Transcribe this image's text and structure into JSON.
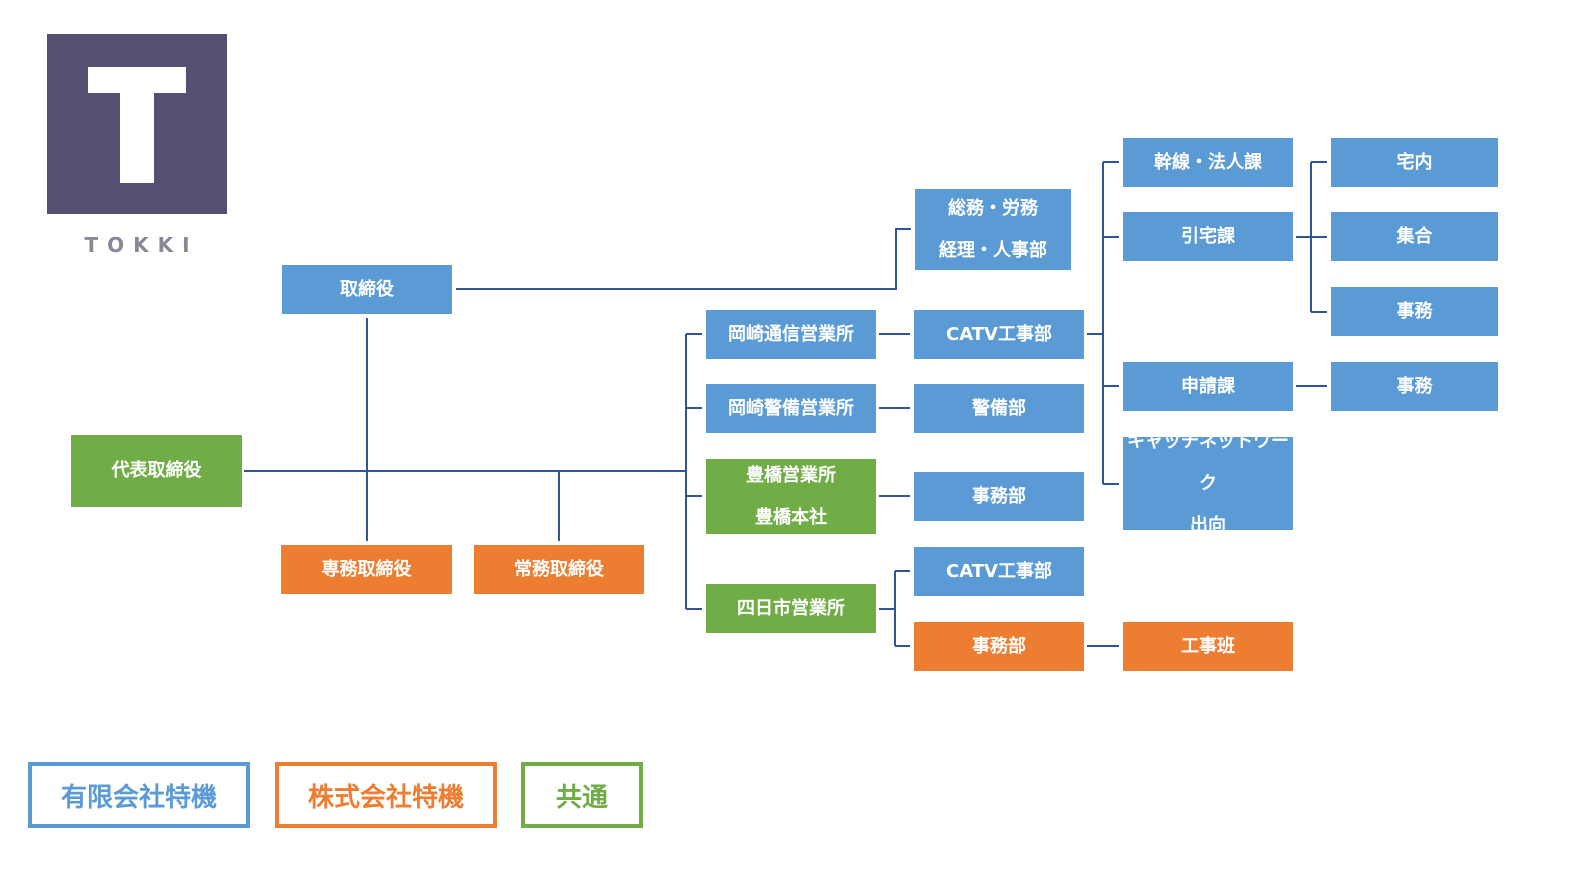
{
  "logo": {
    "text": "TOKKI"
  },
  "colors": {
    "blue": "#5b9bd5",
    "orange": "#ed7d31",
    "green": "#70ad47",
    "line": "#2f5597",
    "logo_bg": "#54506f"
  },
  "nodes": {
    "daihyo": "代表取締役",
    "torishimariyaku": "取締役",
    "senmu": "専務取締役",
    "jomu": "常務取締役",
    "somu_1": "総務・労務",
    "somu_2": "経理・人事部",
    "okazaki_tsushin": "岡崎通信営業所",
    "okazaki_keibi": "岡崎警備営業所",
    "toyohashi_1": "豊橋営業所",
    "toyohashi_2": "豊橋本社",
    "yokkaichi": "四日市営業所",
    "catv_okazaki": "CATV工事部",
    "keibi_bu": "警備部",
    "jimu_toyohashi": "事務部",
    "catv_yokkaichi": "CATV工事部",
    "jimu_yokkaichi": "事務部",
    "kansen": "幹線・法人課",
    "hikitaku": "引宅課",
    "shinsei": "申請課",
    "catch_1": "キャッチネットワーク",
    "catch_2": "出向",
    "kojihan": "工事班",
    "takunai": "宅内",
    "shugo": "集合",
    "jimu_hikitaku": "事務",
    "jimu_shinsei": "事務"
  },
  "legend": {
    "yugen": "有限会社特機",
    "kabushiki": "株式会社特機",
    "kyotsu": "共通"
  }
}
